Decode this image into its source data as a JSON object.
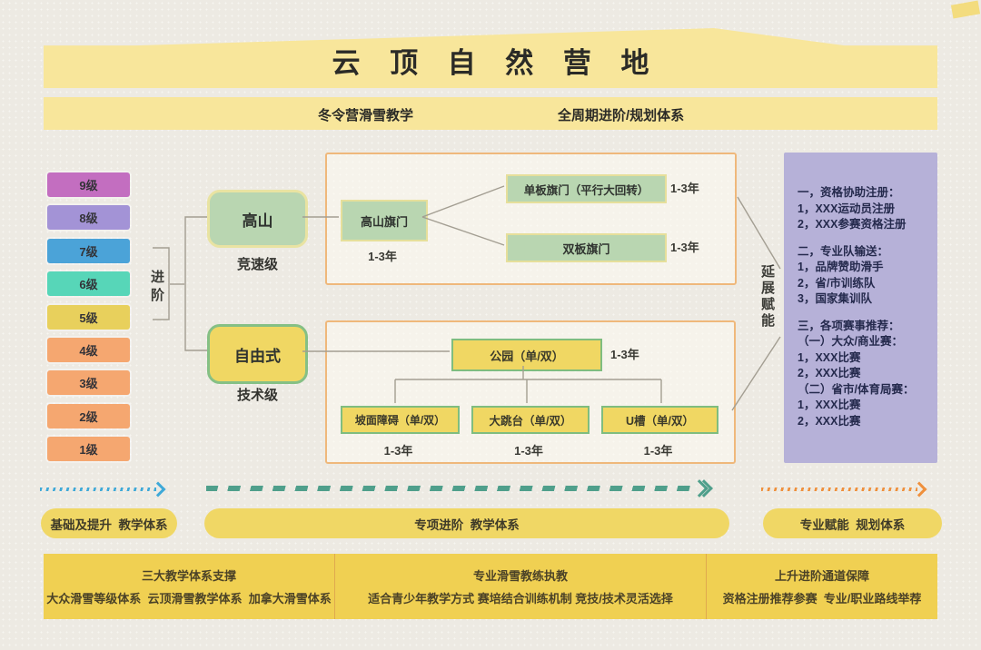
{
  "header": {
    "title": "云 顶 自 然 营 地",
    "subtitle_left": "冬令营滑雪教学",
    "subtitle_right": "全周期进阶/规划体系"
  },
  "levels": [
    {
      "label": "9级",
      "color": "#c36ec0"
    },
    {
      "label": "8级",
      "color": "#a393d6"
    },
    {
      "label": "7级",
      "color": "#4ba3d8"
    },
    {
      "label": "6级",
      "color": "#57d6b8"
    },
    {
      "label": "5级",
      "color": "#e8d05c"
    },
    {
      "label": "4级",
      "color": "#f5a770"
    },
    {
      "label": "3级",
      "color": "#f5a770"
    },
    {
      "label": "2级",
      "color": "#f5a770"
    },
    {
      "label": "1级",
      "color": "#f5a770"
    }
  ],
  "progression_label": "进阶",
  "tracks": {
    "alpine": {
      "name": "高山",
      "tier": "竞速级"
    },
    "freestyle": {
      "name": "自由式",
      "tier": "技术级"
    }
  },
  "alpine_panel": {
    "root": {
      "label": "高山旗门",
      "duration": "1-3年"
    },
    "snowboard_gates": {
      "label": "单板旗门（平行大回转）",
      "duration": "1-3年"
    },
    "ski_gates": {
      "label": "双板旗门",
      "duration": "1-3年"
    }
  },
  "freestyle_panel": {
    "park": {
      "label": "公园（单/双）",
      "duration": "1-3年"
    },
    "slopestyle": {
      "label": "坡面障碍（单/双）",
      "duration": "1-3年"
    },
    "big_air": {
      "label": "大跳台（单/双）",
      "duration": "1-3年"
    },
    "halfpipe": {
      "label": "U槽（单/双）",
      "duration": "1-3年"
    }
  },
  "extension": {
    "label": "延展赋能",
    "lines": [
      "一，资格协助注册：",
      "1，XXX运动员注册",
      "2，XXX参赛资格注册",
      "",
      "二，专业队输送：",
      "1，品牌赞助滑手",
      "2，省/市训练队",
      "3，国家集训队",
      "",
      "三，各项赛事推荐：",
      "（一）大众/商业赛：",
      "1，XXX比赛",
      "2，XXX比赛",
      "（二）省市/体育局赛：",
      "1，XXX比赛",
      "2，XXX比赛"
    ]
  },
  "stages": {
    "basic": "基础及提升  教学体系",
    "advanced": "专项进阶  教学体系",
    "professional": "专业赋能  规划体系"
  },
  "arrow_colors": {
    "blue": "#3fa9d8",
    "teal": "#4f9f8b",
    "orange": "#ef903c"
  },
  "footer": {
    "col1": {
      "heading": "三大教学体系支撑",
      "detail": "大众滑雪等级体系  云顶滑雪教学体系  加拿大滑雪体系"
    },
    "col2": {
      "heading": "专业滑雪教练执教",
      "detail": "适合青少年教学方式 赛培结合训练机制 竞技/技术灵活选择"
    },
    "col3": {
      "heading": "上升进阶通道保障",
      "detail": "资格注册推荐参赛  专业/职业路线举荐"
    }
  }
}
